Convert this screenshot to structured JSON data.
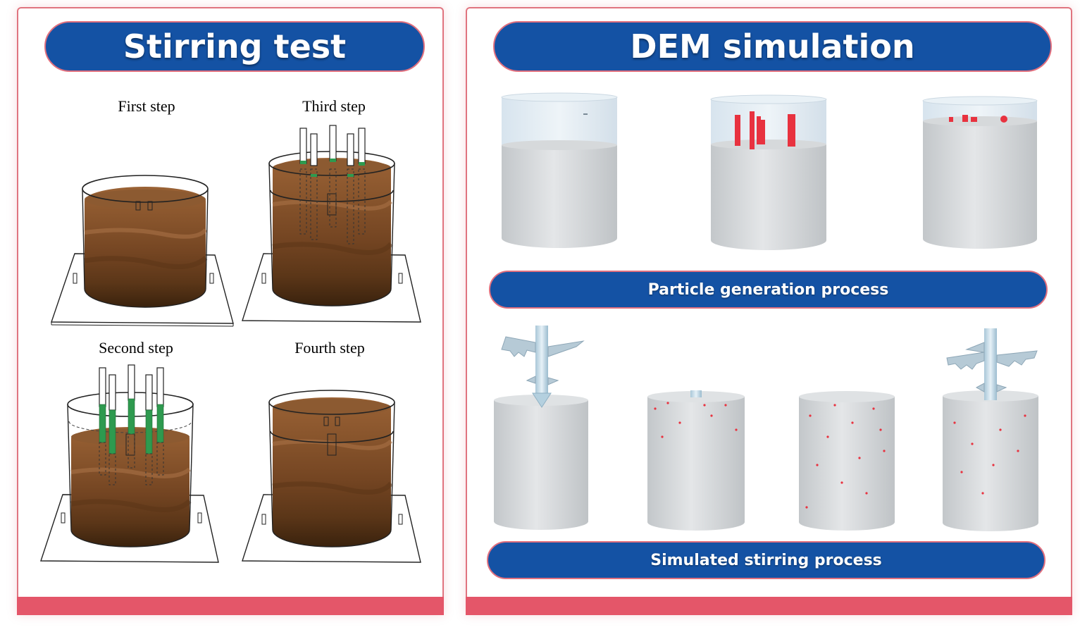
{
  "stirring_test": {
    "title": "Stirring test",
    "steps": [
      "First step",
      "Third step",
      "Second step",
      "Fourth step"
    ]
  },
  "dem_simulation": {
    "title": "DEM simulation",
    "generation_caption": "Particle generation process",
    "stirring_caption": "Simulated stirring process"
  },
  "colors": {
    "header_blue": "#1452a4",
    "accent_red": "#e45669",
    "soil_brown": "#7a4a26",
    "pipe_green": "#2e9a4f",
    "particle_grey": "#d9dcde",
    "marker_red": "#e8323f"
  }
}
